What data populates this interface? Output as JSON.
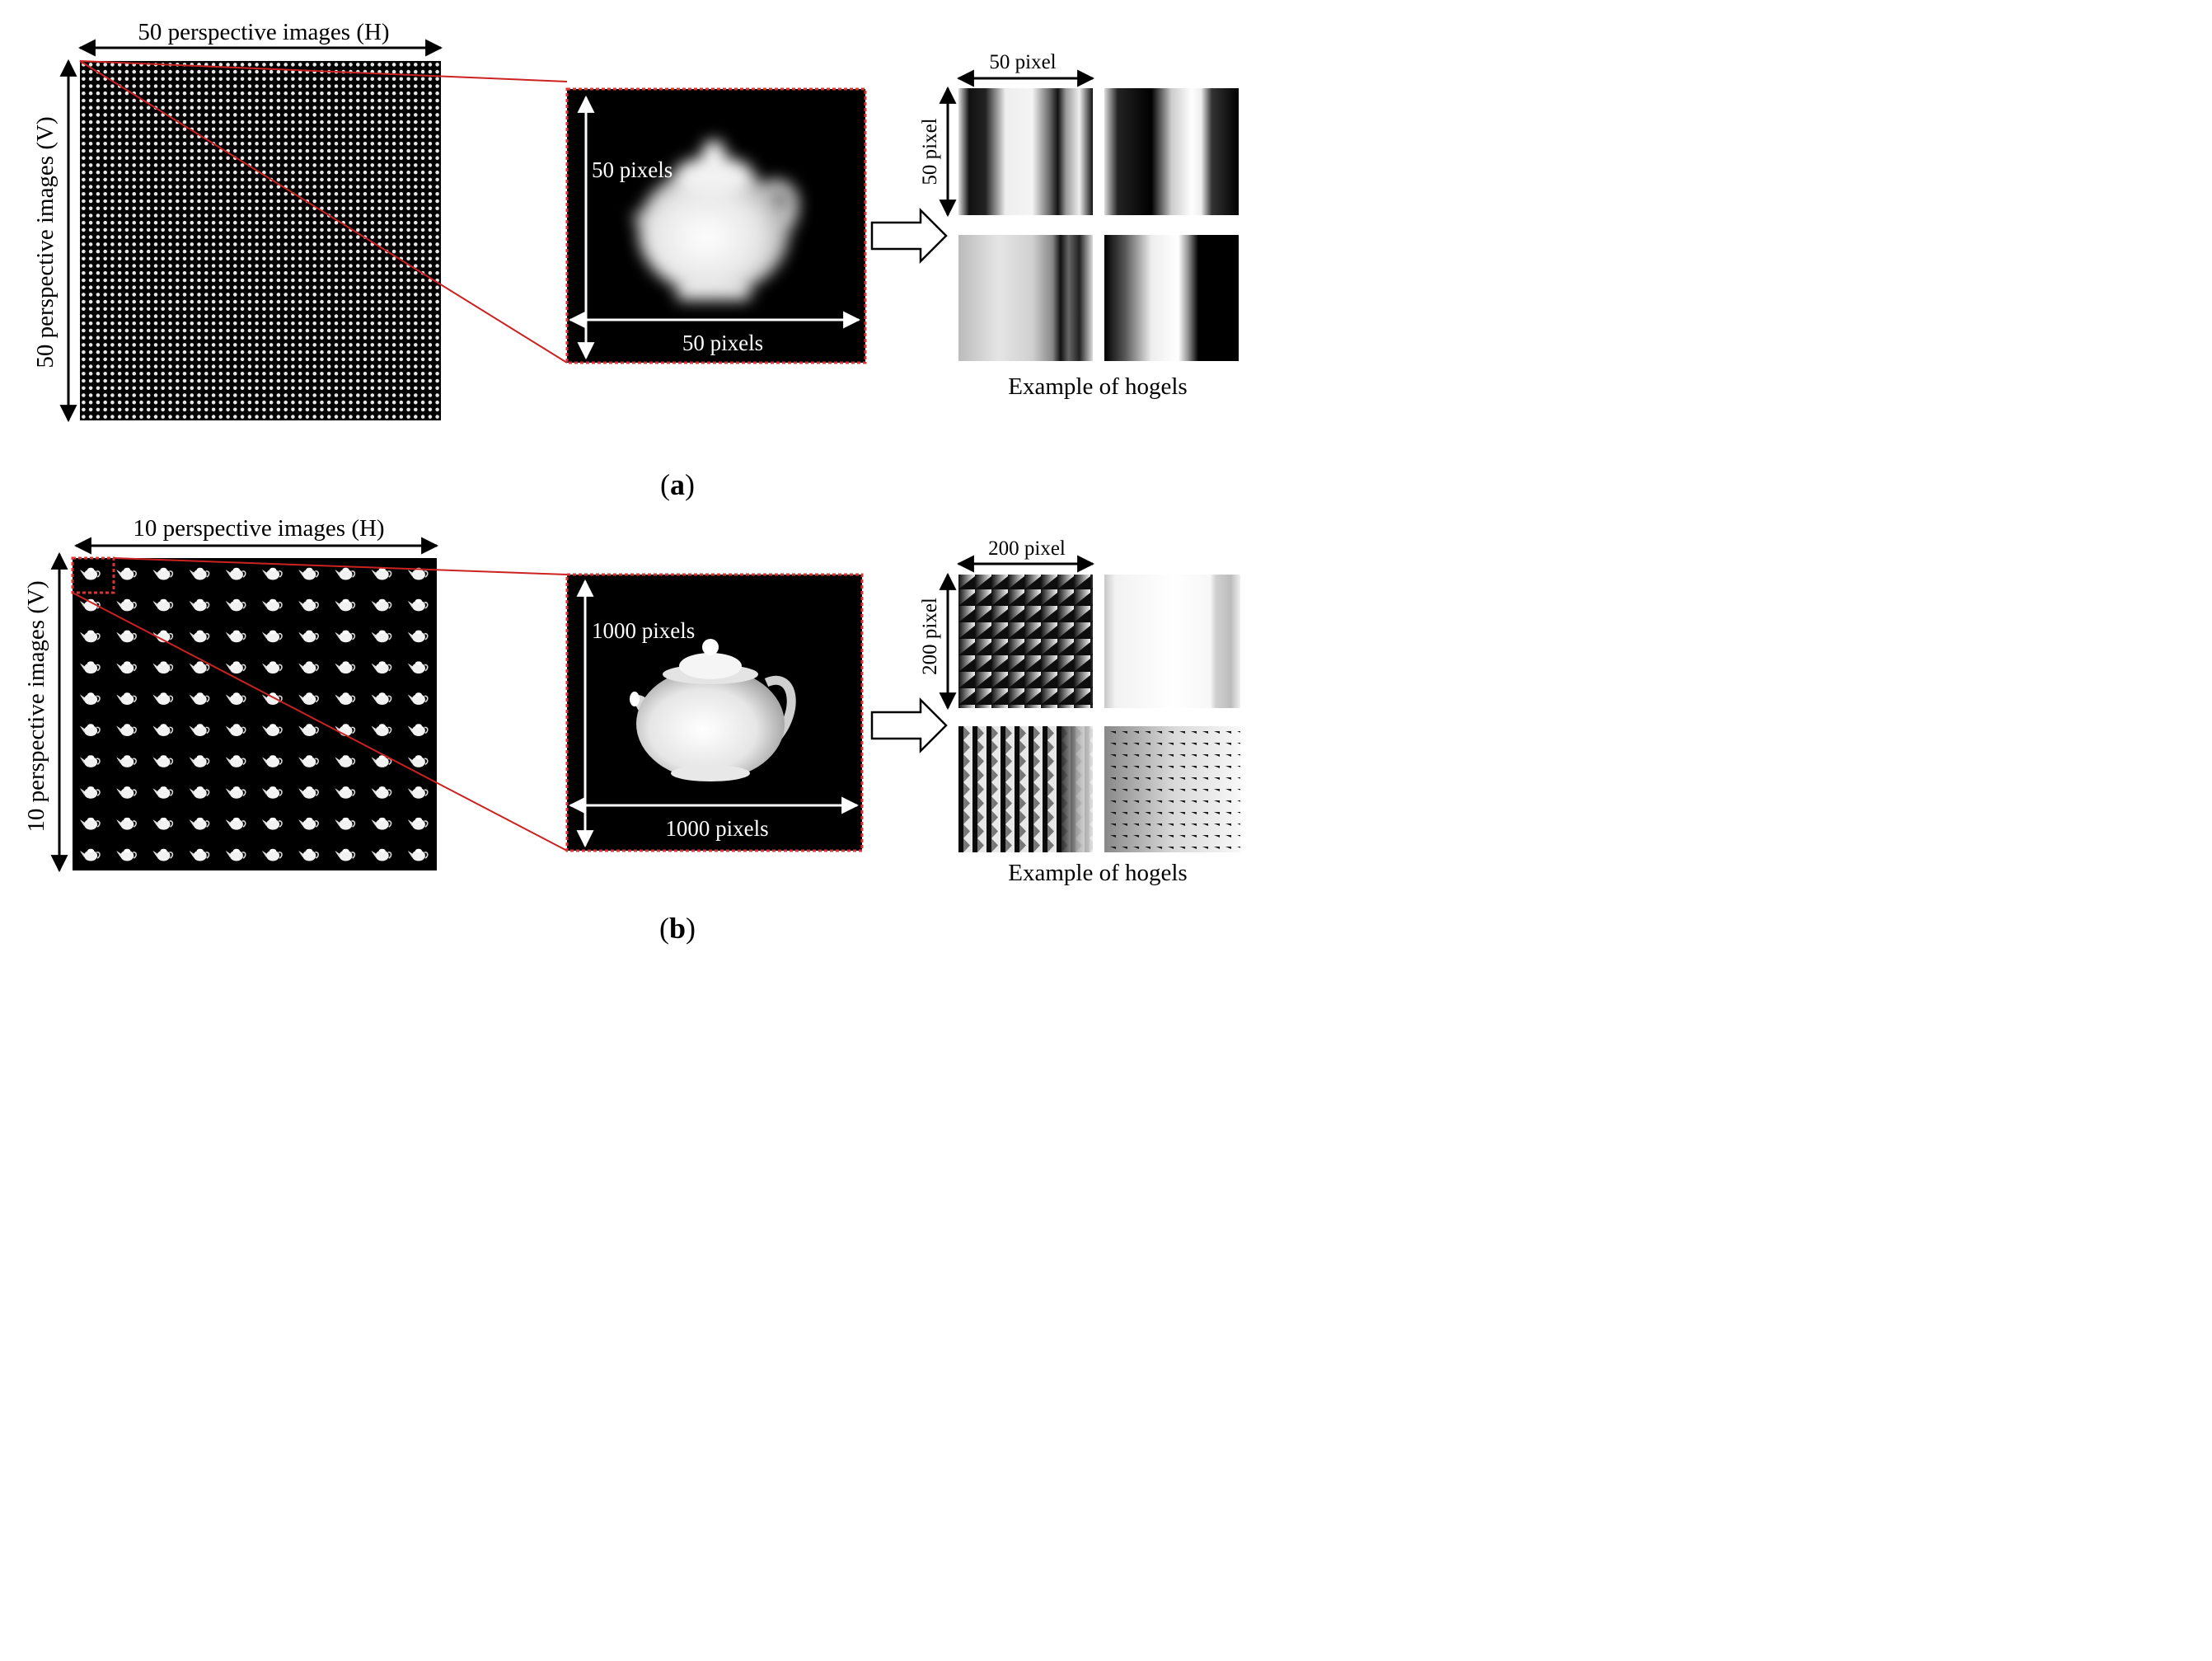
{
  "panel_a": {
    "grid_h_label": "50 perspective images (H)",
    "grid_v_label": "50 perspective images (V)",
    "zoom_v_label": "50 pixels",
    "zoom_h_label": "50 pixels",
    "hogel_w_label": "50 pixel",
    "hogel_h_label": "50 pixel",
    "hogel_caption": "Example of hogels",
    "caption_letter": "a",
    "grid_count": 50
  },
  "panel_b": {
    "grid_h_label": "10 perspective images (H)",
    "grid_v_label": "10 perspective images  (V)",
    "zoom_v_label": "1000 pixels",
    "zoom_h_label": "1000 pixels",
    "hogel_w_label": "200 pixel",
    "hogel_h_label": "200 pixel",
    "hogel_caption": "Example of hogels",
    "caption_letter": "b",
    "grid_count": 10
  },
  "colors": {
    "zoom_line": "#cc2222",
    "dashed_border": "#dd3333",
    "background": "#000000",
    "annotation": "#ffffff"
  }
}
